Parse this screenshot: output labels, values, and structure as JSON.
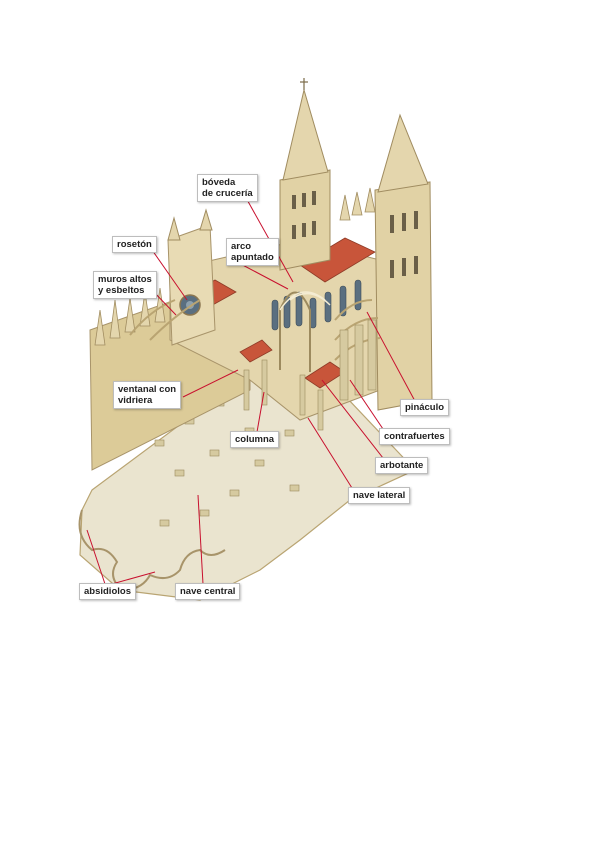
{
  "diagram": {
    "labels": {
      "boveda_de_cruceria": [
        "bóveda",
        "de crucería"
      ],
      "roseton": [
        "rosetón"
      ],
      "arco_apuntado": [
        "arco",
        "apuntado"
      ],
      "muros_altos": [
        "muros altos",
        "y esbeltos"
      ],
      "ventanal_con_vidriera": [
        "ventanal con",
        "vidriera"
      ],
      "columna": [
        "columna"
      ],
      "pinaculo": [
        "pináculo"
      ],
      "contrafuertes": [
        "contrafuertes"
      ],
      "arbotante": [
        "arbotante"
      ],
      "nave_lateral": [
        "nave lateral"
      ],
      "absidiolos": [
        "absidiolos"
      ],
      "nave_central": [
        "nave central"
      ]
    },
    "colors": {
      "leader_line": "#c8102e",
      "stone": "#e4d6ad",
      "stone_shadow": "#b9a472",
      "roof": "#c8553a",
      "floor": "#eae4cf",
      "glass": "#5a6f80"
    }
  }
}
